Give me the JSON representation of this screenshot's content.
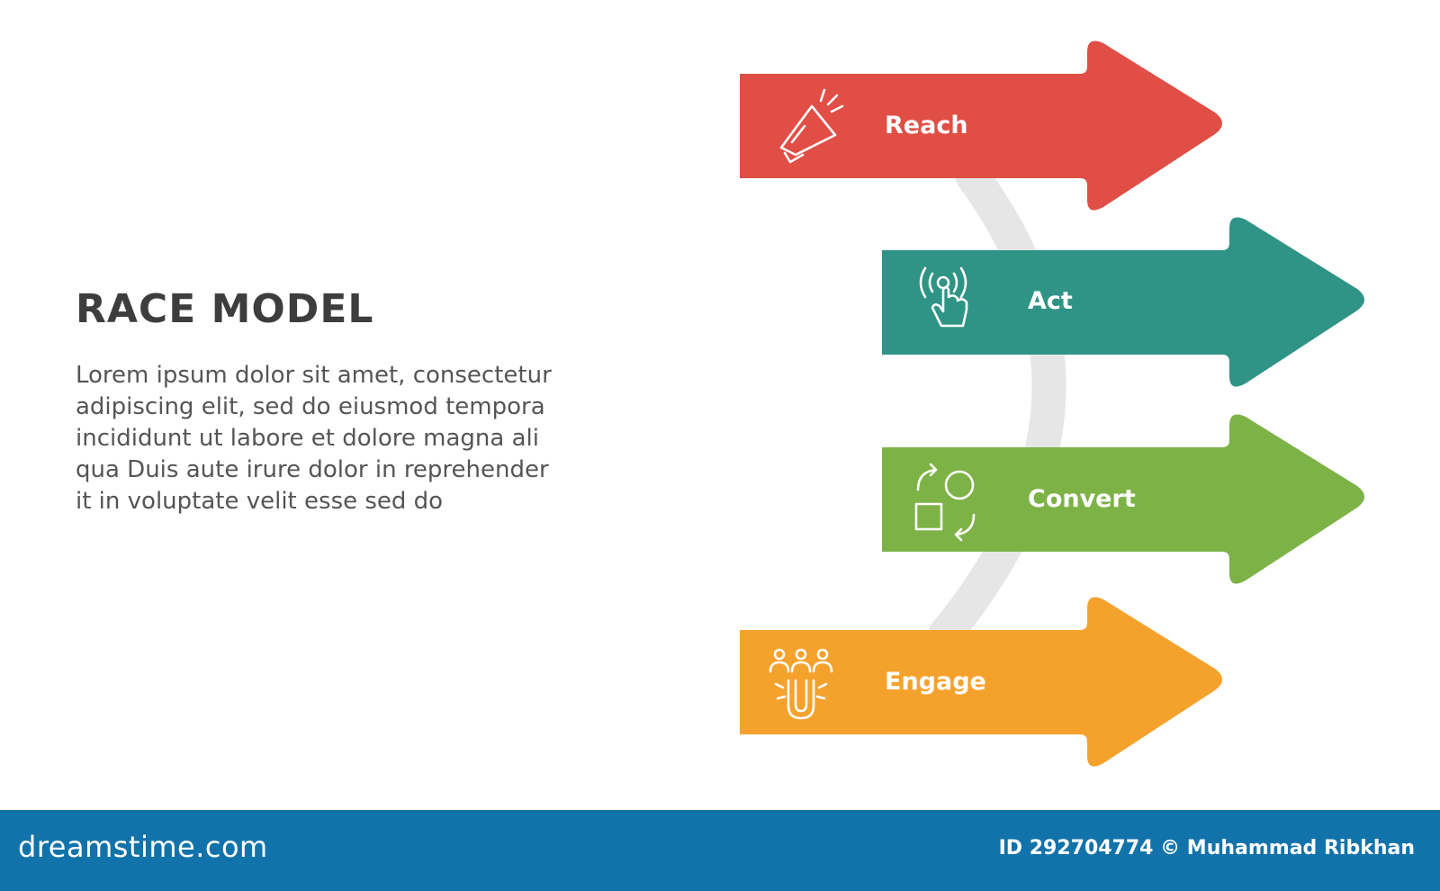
{
  "title": "RACE MODEL",
  "description_lines": [
    "Lorem ipsum dolor sit amet, consectetur",
    "adipiscing elit, sed do eiusmod tempora",
    "incididunt ut labore et dolore magna ali",
    "qua Duis aute irure dolor in reprehender",
    "it in voluptate velit esse sed do"
  ],
  "steps": [
    {
      "label": "Reach",
      "icon": "megaphone-icon",
      "color": "#e04e45"
    },
    {
      "label": "Act",
      "icon": "tap-hand-icon",
      "color": "#2f9485"
    },
    {
      "label": "Convert",
      "icon": "convert-shapes-icon",
      "color": "#7db346"
    },
    {
      "label": "Engage",
      "icon": "magnet-people-icon",
      "color": "#f5a22d"
    }
  ],
  "connector_color": "#e6e6e6",
  "footer": {
    "brand": "dreamstime.com",
    "credit": "ID 292704774 © Muhammad Ribkhan",
    "color": "#1273aa"
  }
}
